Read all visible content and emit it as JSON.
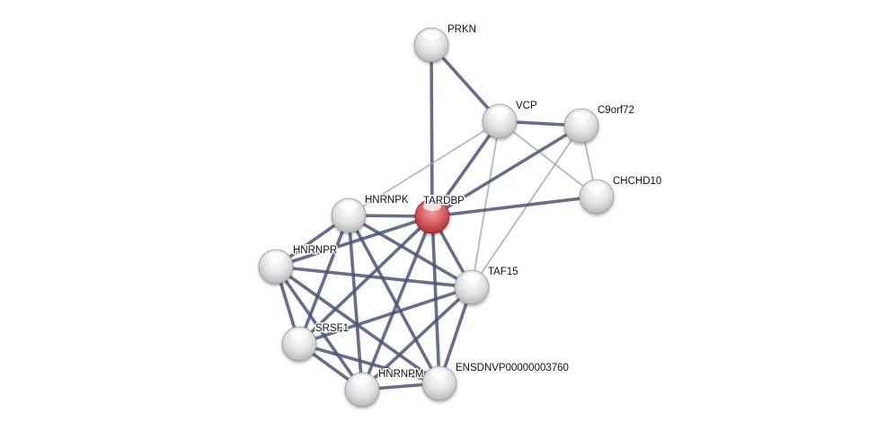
{
  "network": {
    "query_protein": "TARDBP",
    "colors": {
      "query_node": "#d9595c",
      "other_node": "#e2e2e2",
      "strong_edge": "#4b5576",
      "weak_edge": "#9fa3b8"
    },
    "nodes": [
      {
        "id": "PRKN",
        "label": "PRKN"
      },
      {
        "id": "VCP",
        "label": "VCP"
      },
      {
        "id": "C9orf72",
        "label": "C9orf72"
      },
      {
        "id": "CHCHD10",
        "label": "CHCHD10"
      },
      {
        "id": "TARDBP",
        "label": "TARDBP"
      },
      {
        "id": "HNRNPK",
        "label": "HNRNPK"
      },
      {
        "id": "HNRNPR",
        "label": "HNRNPR"
      },
      {
        "id": "TAF15",
        "label": "TAF15"
      },
      {
        "id": "SRSF1",
        "label": "SRSF1"
      },
      {
        "id": "HNRNPM",
        "label": "HNRNPM"
      },
      {
        "id": "ENSDNVP00000003760",
        "label": "ENSDNVP00000003760"
      }
    ],
    "edges": [
      [
        "PRKN",
        "TARDBP",
        "strong"
      ],
      [
        "PRKN",
        "VCP",
        "strong"
      ],
      [
        "VCP",
        "C9orf72",
        "strong"
      ],
      [
        "VCP",
        "HNRNPK",
        "weak"
      ],
      [
        "VCP",
        "TARDBP",
        "strong"
      ],
      [
        "VCP",
        "TAF15",
        "weak"
      ],
      [
        "VCP",
        "CHCHD10",
        "weak"
      ],
      [
        "C9orf72",
        "TARDBP",
        "strong"
      ],
      [
        "C9orf72",
        "CHCHD10",
        "weak"
      ],
      [
        "C9orf72",
        "TAF15",
        "weak"
      ],
      [
        "CHCHD10",
        "TARDBP",
        "strong"
      ],
      [
        "TARDBP",
        "HNRNPK",
        "strong"
      ],
      [
        "TARDBP",
        "HNRNPR",
        "strong"
      ],
      [
        "TARDBP",
        "TAF15",
        "strong"
      ],
      [
        "TARDBP",
        "SRSF1",
        "strong"
      ],
      [
        "TARDBP",
        "HNRNPM",
        "strong"
      ],
      [
        "TARDBP",
        "ENSDNVP00000003760",
        "strong"
      ],
      [
        "HNRNPK",
        "HNRNPR",
        "strong"
      ],
      [
        "HNRNPK",
        "SRSF1",
        "strong"
      ],
      [
        "HNRNPK",
        "HNRNPM",
        "strong"
      ],
      [
        "HNRNPK",
        "ENSDNVP00000003760",
        "strong"
      ],
      [
        "HNRNPK",
        "TAF15",
        "strong"
      ],
      [
        "HNRNPR",
        "TAF15",
        "strong"
      ],
      [
        "HNRNPR",
        "SRSF1",
        "strong"
      ],
      [
        "HNRNPR",
        "HNRNPM",
        "strong"
      ],
      [
        "HNRNPR",
        "ENSDNVP00000003760",
        "strong"
      ],
      [
        "SRSF1",
        "TAF15",
        "strong"
      ],
      [
        "SRSF1",
        "HNRNPM",
        "strong"
      ],
      [
        "SRSF1",
        "ENSDNVP00000003760",
        "strong"
      ],
      [
        "HNRNPM",
        "ENSDNVP00000003760",
        "strong"
      ],
      [
        "HNRNPM",
        "TAF15",
        "strong"
      ],
      [
        "ENSDNVP00000003760",
        "TAF15",
        "strong"
      ]
    ]
  }
}
